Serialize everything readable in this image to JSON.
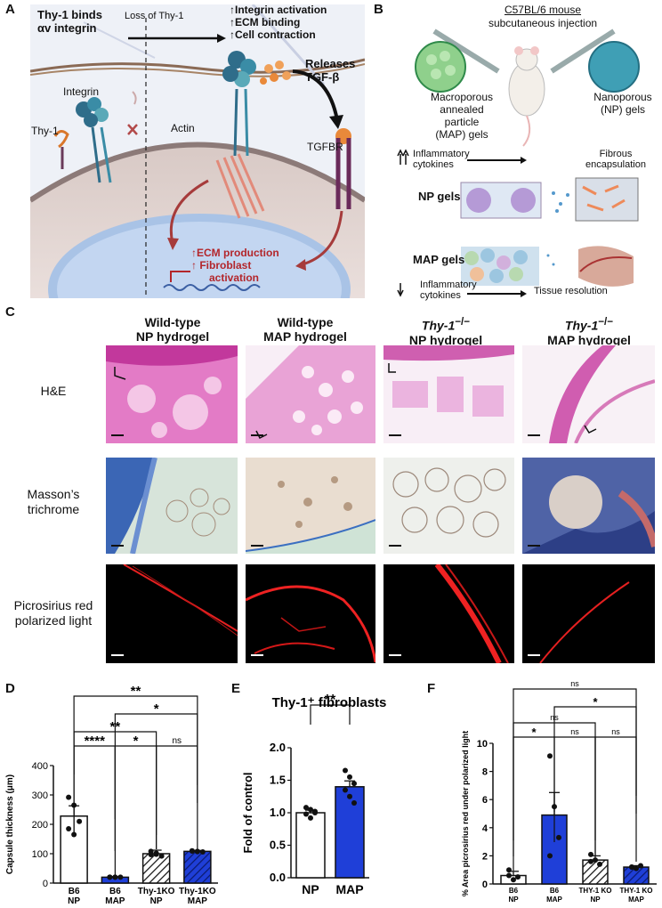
{
  "panels": {
    "A": "A",
    "B": "B",
    "C": "C",
    "D": "D",
    "E": "E",
    "F": "F"
  },
  "panelA": {
    "thy1_binds": "Thy-1 binds",
    "av_integrin": "αv integrin",
    "loss": "Loss of Thy-1",
    "effects": [
      "↑Integrin activation",
      "↑ECM binding",
      "↑Cell contraction"
    ],
    "releases": "Releases",
    "tgfb": "TGF-β",
    "integrin": "Integrin",
    "thy1": "Thy-1",
    "actin": "Actin",
    "tgfbr": "TGFBR",
    "nucleus": [
      "↑ECM production",
      "↑ Fibroblast",
      "activation"
    ]
  },
  "panelB": {
    "mouse": "C57BL/6 mouse",
    "injection": "subcutaneous injection",
    "map_label": [
      "Macroporous",
      "annealed",
      "particle",
      "(MAP) gels"
    ],
    "np_label": [
      "Nanoporous",
      "(NP) gels"
    ],
    "inflam_up": [
      "Inflammatory",
      "cytokines"
    ],
    "fibrous": [
      "Fibrous",
      "encapsulation"
    ],
    "np_gels": "NP gels",
    "map_gels": "MAP gels",
    "inflam_down": [
      "Inflammatory",
      "cytokines"
    ],
    "tissue": "Tissue resolution"
  },
  "panelC": {
    "columns": [
      {
        "l1": "Wild-type",
        "l2": "NP hydrogel"
      },
      {
        "l1": "Wild-type",
        "l2": "MAP hydrogel"
      },
      {
        "l1": "Thy-1",
        "sup": "−/−",
        "l2": "NP hydrogel"
      },
      {
        "l1": "Thy-1",
        "sup": "−/−",
        "l2": "MAP hydrogel"
      }
    ],
    "rows": [
      "H&E",
      [
        "Masson’s",
        "trichrome"
      ],
      [
        "Picrosirius red",
        "polarized light"
      ]
    ]
  },
  "chart_data": [
    {
      "type": "bar",
      "panel": "D",
      "categories": [
        "B6\nNP",
        "B6\nMAP",
        "Thy-1KO\nNP",
        "Thy-1KO\nMAP"
      ],
      "cat_lines": [
        [
          "B6",
          "NP"
        ],
        [
          "B6",
          "MAP"
        ],
        [
          "Thy-1KO",
          "NP"
        ],
        [
          "Thy-1KO",
          "MAP"
        ]
      ],
      "values": [
        228,
        20,
        100,
        108
      ],
      "errors": [
        35,
        2,
        12,
        3
      ],
      "points": [
        [
          292,
          265,
          210,
          185,
          165
        ],
        [
          20,
          20,
          20,
          20,
          20
        ],
        [
          108,
          98,
          92,
          97,
          102
        ],
        [
          110,
          108,
          106,
          109,
          107
        ]
      ],
      "ylabel": "Capsule thickness (μm)",
      "ylim": [
        0,
        400
      ],
      "yticks": [
        0,
        100,
        200,
        300,
        400
      ],
      "fills": [
        "white",
        "blue",
        "hatch",
        "bluehatch"
      ],
      "significance": [
        {
          "from": 0,
          "to": 3,
          "label": "**"
        },
        {
          "from": 1,
          "to": 3,
          "label": "*"
        },
        {
          "from": 0,
          "to": 2,
          "label": "**"
        },
        {
          "from": 0,
          "to": 1,
          "label": "****"
        },
        {
          "from": 1,
          "to": 2,
          "label": "*"
        },
        {
          "from": 2,
          "to": 3,
          "label": "ns"
        }
      ]
    },
    {
      "type": "bar",
      "panel": "E",
      "title": "Thy-1⁺ fibroblasts",
      "categories": [
        "NP",
        "MAP"
      ],
      "cat_lines": [
        [
          "NP"
        ],
        [
          "MAP"
        ]
      ],
      "values": [
        1.0,
        1.4
      ],
      "errors": [
        0.04,
        0.09
      ],
      "points": [
        [
          1.08,
          1.05,
          1.02,
          0.98,
          0.92,
          1.0
        ],
        [
          1.65,
          1.55,
          1.45,
          1.35,
          1.25,
          1.15
        ]
      ],
      "ylabel": "Fold of control",
      "ylim": [
        0,
        2.0
      ],
      "yticks": [
        0.0,
        0.5,
        1.0,
        1.5,
        2.0
      ],
      "fills": [
        "white",
        "blue"
      ],
      "significance": [
        {
          "from": 0,
          "to": 1,
          "label": "**"
        }
      ]
    },
    {
      "type": "bar",
      "panel": "F",
      "categories": [
        "B6\nNP",
        "B6\nMAP",
        "THY-1 KO\nNP",
        "THY-1 KO\nMAP"
      ],
      "cat_lines": [
        [
          "B6",
          "NP"
        ],
        [
          "B6",
          "MAP"
        ],
        [
          "THY-1 KO",
          "NP"
        ],
        [
          "THY-1 KO",
          "MAP"
        ]
      ],
      "values": [
        0.6,
        4.9,
        1.7,
        1.2
      ],
      "errors": [
        0.3,
        1.6,
        0.3,
        0.1
      ],
      "points": [
        [
          1.0,
          0.3,
          0.5,
          0.6
        ],
        [
          9.1,
          5.5,
          3.3,
          2.0
        ],
        [
          2.1,
          1.7,
          1.4,
          1.6
        ],
        [
          1.2,
          1.1,
          1.3,
          1.2
        ]
      ],
      "ylabel": "% Area picrosirius red under polarized light",
      "ylim": [
        0,
        10
      ],
      "yticks": [
        0,
        2,
        4,
        6,
        8,
        10
      ],
      "fills": [
        "white",
        "blue",
        "hatch",
        "bluehatch"
      ],
      "significance": [
        {
          "from": 0,
          "to": 3,
          "label": "ns"
        },
        {
          "from": 1,
          "to": 3,
          "label": "*"
        },
        {
          "from": 0,
          "to": 2,
          "label": "ns"
        },
        {
          "from": 0,
          "to": 1,
          "label": "*"
        },
        {
          "from": 1,
          "to": 2,
          "label": "ns"
        },
        {
          "from": 2,
          "to": 3,
          "label": "ns"
        }
      ]
    }
  ]
}
